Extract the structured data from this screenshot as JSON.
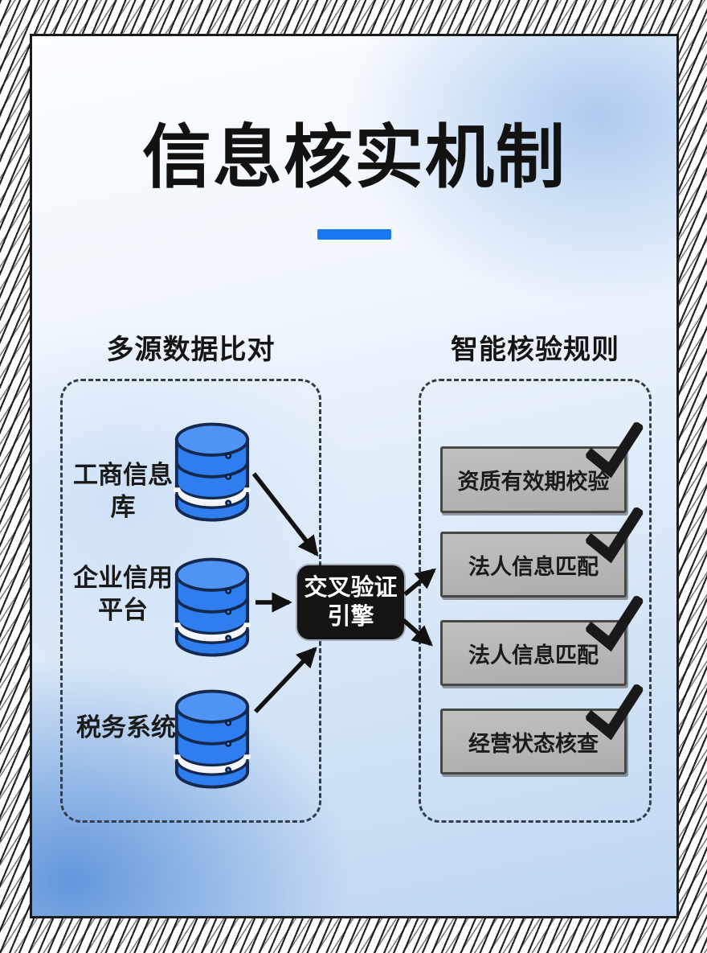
{
  "title": "信息核实机制",
  "left_section": {
    "heading": "多源数据比对",
    "sources": [
      {
        "name": "工商信息库",
        "line1": "工商信息",
        "line2": "库"
      },
      {
        "name": "企业信用平台",
        "line1": "企业信用",
        "line2": "平台"
      },
      {
        "name": "税务系统",
        "line1": "税务系统",
        "line2": ""
      }
    ]
  },
  "engine": {
    "name": "交叉验证引擎",
    "line1": "交叉验证",
    "line2": "引擎"
  },
  "right_section": {
    "heading": "智能核验规则",
    "rules": [
      {
        "label": "资质有效期校验"
      },
      {
        "label": "法人信息匹配"
      },
      {
        "label": "法人信息匹配"
      },
      {
        "label": "经营状态核查"
      }
    ]
  },
  "icons": {
    "database": "database-icon",
    "checkmark": "checkmark-icon",
    "arrow": "arrow-connector"
  },
  "colors": {
    "accent_underline": "#1877f2",
    "database_fill": "#2e7ef0",
    "database_top": "#4f93f4",
    "database_outline": "#15294f",
    "engine_background": "#141414",
    "engine_text": "#ffffff",
    "rule_box_fill": "#b8b8b6",
    "rule_box_border": "#474745",
    "checkmark": "#191919",
    "text": "#121212"
  }
}
